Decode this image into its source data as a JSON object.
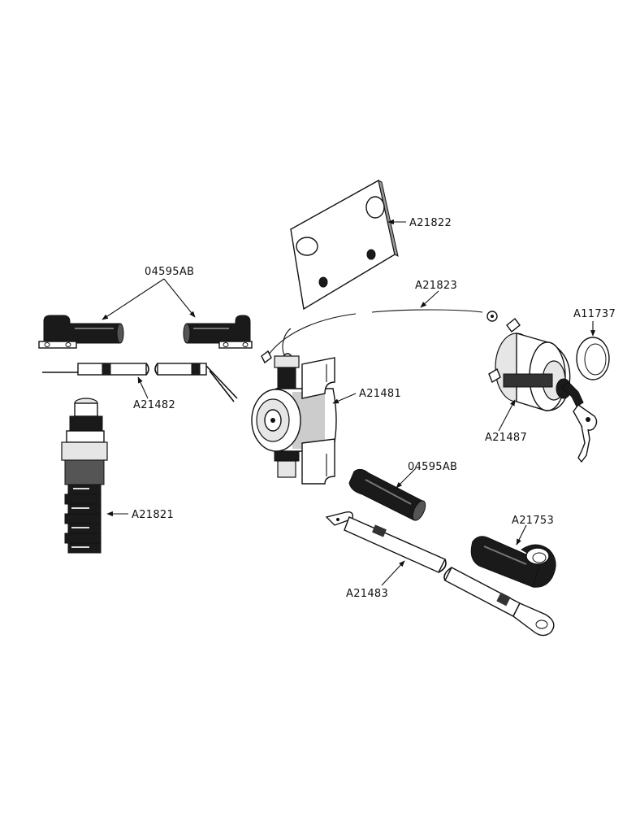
{
  "labels": {
    "a21822": "A21822",
    "p04595ab_top": "04595AB",
    "a21823": "A21823",
    "a11737": "A11737",
    "a21482": "A21482",
    "a21481": "A21481",
    "a21487": "A21487",
    "p04595ab_right": "04595AB",
    "a21821": "A21821",
    "a21753": "A21753",
    "a21483": "A21483"
  }
}
